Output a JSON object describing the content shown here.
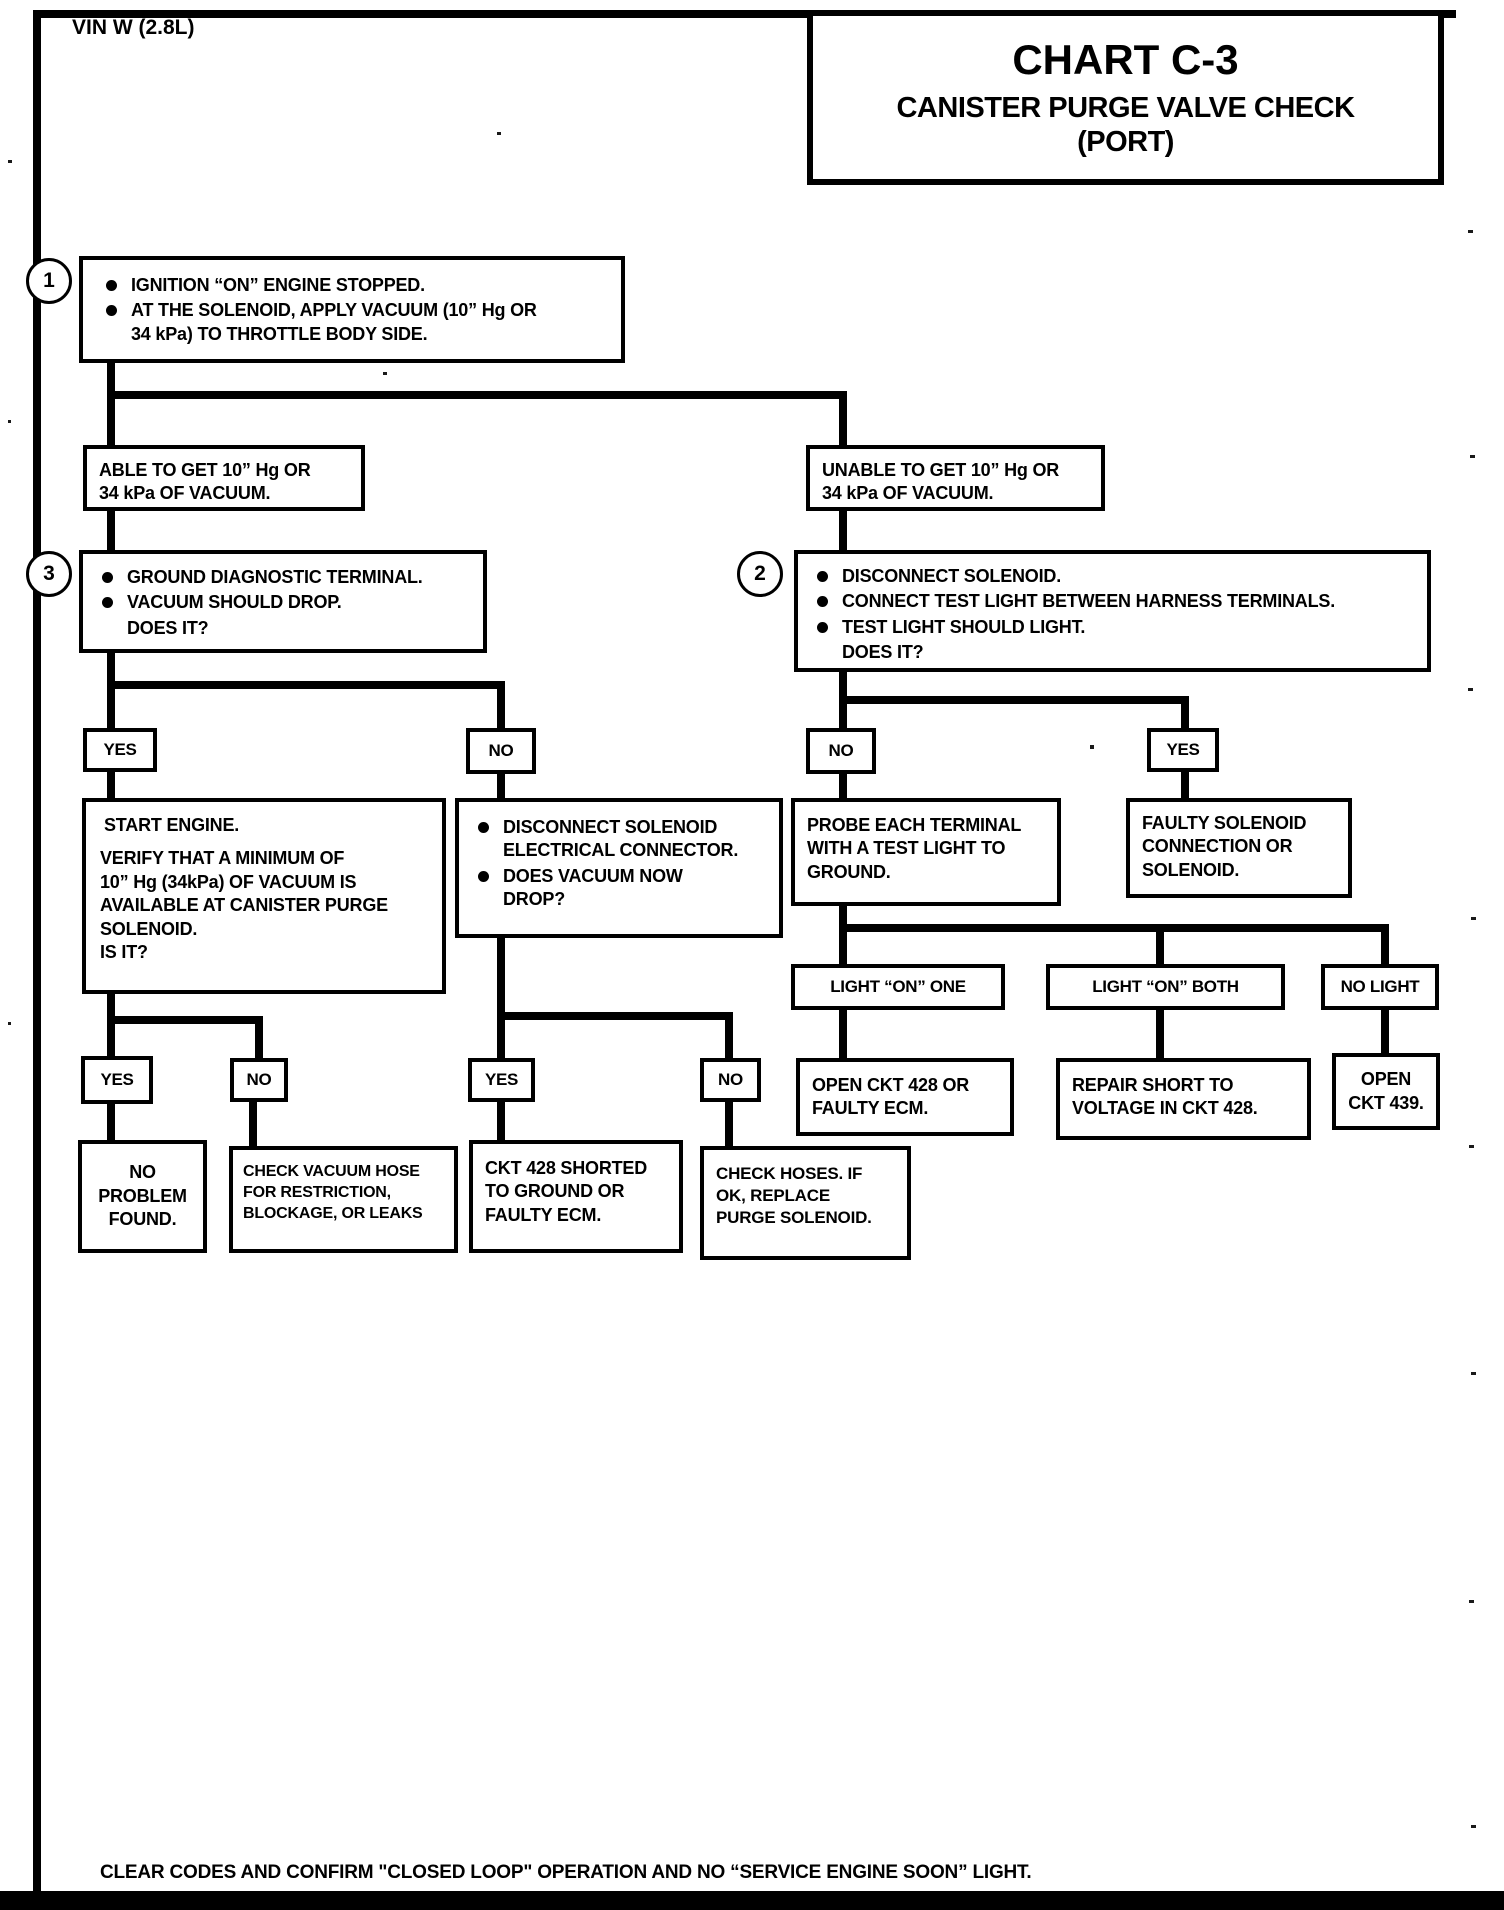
{
  "header": {
    "vin": "VIN W (2.8L)",
    "chart_title": "CHART C-3",
    "chart_subtitle": "CANISTER PURGE VALVE CHECK",
    "chart_subtitle2": "(PORT)"
  },
  "labels": {
    "yes": "YES",
    "no": "NO"
  },
  "flow": {
    "step1": {
      "badge": "1",
      "bullet1": "IGNITION “ON” ENGINE STOPPED.",
      "bullet2_lines": [
        "AT THE SOLENOID, APPLY VACUUM (10” Hg OR",
        "34 kPa) TO THROTTLE BODY SIDE."
      ]
    },
    "able": {
      "lines": [
        "ABLE TO GET 10” Hg OR",
        "34 kPa OF VACUUM."
      ]
    },
    "unable": {
      "lines": [
        "UNABLE TO GET 10” Hg OR",
        "34 kPa OF VACUUM."
      ]
    },
    "step3": {
      "badge": "3",
      "bullet1": "GROUND DIAGNOSTIC TERMINAL.",
      "bullet2": "VACUUM SHOULD DROP.",
      "question": "DOES IT?"
    },
    "step2": {
      "badge": "2",
      "bullet1": "DISCONNECT SOLENOID.",
      "bullet2": "CONNECT TEST LIGHT BETWEEN HARNESS TERMINALS.",
      "bullet3": "TEST LIGHT SHOULD LIGHT.",
      "question": "DOES IT?"
    },
    "start_engine": {
      "title": "START ENGINE.",
      "lines": [
        "VERIFY THAT A MINIMUM OF",
        "10” Hg (34kPa) OF VACUUM IS",
        "AVAILABLE AT CANISTER PURGE",
        "SOLENOID."
      ],
      "question": "IS IT?"
    },
    "disconnect_connector": {
      "bullet1_lines": [
        "DISCONNECT SOLENOID",
        "ELECTRICAL CONNECTOR."
      ],
      "bullet2_lines": [
        "DOES VACUUM NOW",
        "DROP?"
      ]
    },
    "probe": {
      "lines": [
        "PROBE EACH TERMINAL",
        "WITH A TEST LIGHT TO",
        "GROUND."
      ]
    },
    "faulty_solenoid": {
      "lines": [
        "FAULTY SOLENOID",
        "CONNECTION OR",
        "SOLENOID."
      ]
    },
    "light_one": {
      "text": "LIGHT “ON” ONE"
    },
    "light_both": {
      "text": "LIGHT “ON” BOTH"
    },
    "no_light": {
      "text": "NO LIGHT"
    },
    "no_problem": {
      "lines": [
        "NO",
        "PROBLEM",
        "FOUND."
      ]
    },
    "check_vacuum_hose": {
      "lines": [
        "CHECK VACUUM HOSE",
        "FOR RESTRICTION,",
        "BLOCKAGE, OR LEAKS"
      ]
    },
    "ckt428_shorted": {
      "lines": [
        "CKT 428 SHORTED",
        "TO GROUND OR",
        "FAULTY ECM."
      ]
    },
    "check_hoses": {
      "lines": [
        "CHECK HOSES. IF",
        "OK, REPLACE",
        "PURGE SOLENOID."
      ]
    },
    "open_ckt428": {
      "lines": [
        "OPEN CKT 428 OR",
        "FAULTY ECM."
      ]
    },
    "repair_short": {
      "lines": [
        "REPAIR SHORT TO",
        "VOLTAGE IN CKT 428."
      ]
    },
    "open_ckt439": {
      "lines": [
        "OPEN",
        "CKT 439."
      ]
    }
  },
  "footer": {
    "note": "CLEAR CODES AND CONFIRM \"CLOSED LOOP\" OPERATION AND NO “SERVICE ENGINE SOON” LIGHT."
  }
}
